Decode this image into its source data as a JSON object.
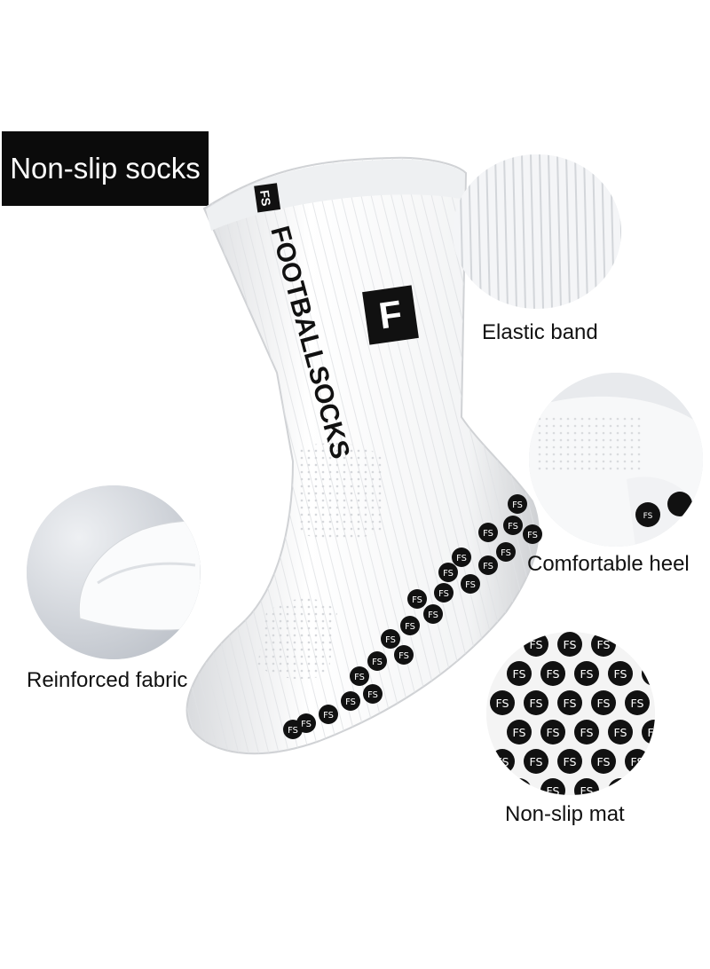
{
  "title_tag": "Non-slip socks",
  "sock_brand": {
    "logo_letters": "FS",
    "wordmark": "FOOTBALLSOCKS",
    "badge_letter": "F",
    "grip_letters": "FS"
  },
  "features": {
    "elastic_band": "Elastic band",
    "comfortable_heel": "Comfortable heel",
    "reinforced_fabric": "Reinforced fabric",
    "non_slip_mat": "Non-slip mat"
  },
  "colors": {
    "sock": "#ffffff",
    "print": "#111111",
    "tag_background": "#0b0b0b",
    "tag_text": "#ffffff"
  }
}
